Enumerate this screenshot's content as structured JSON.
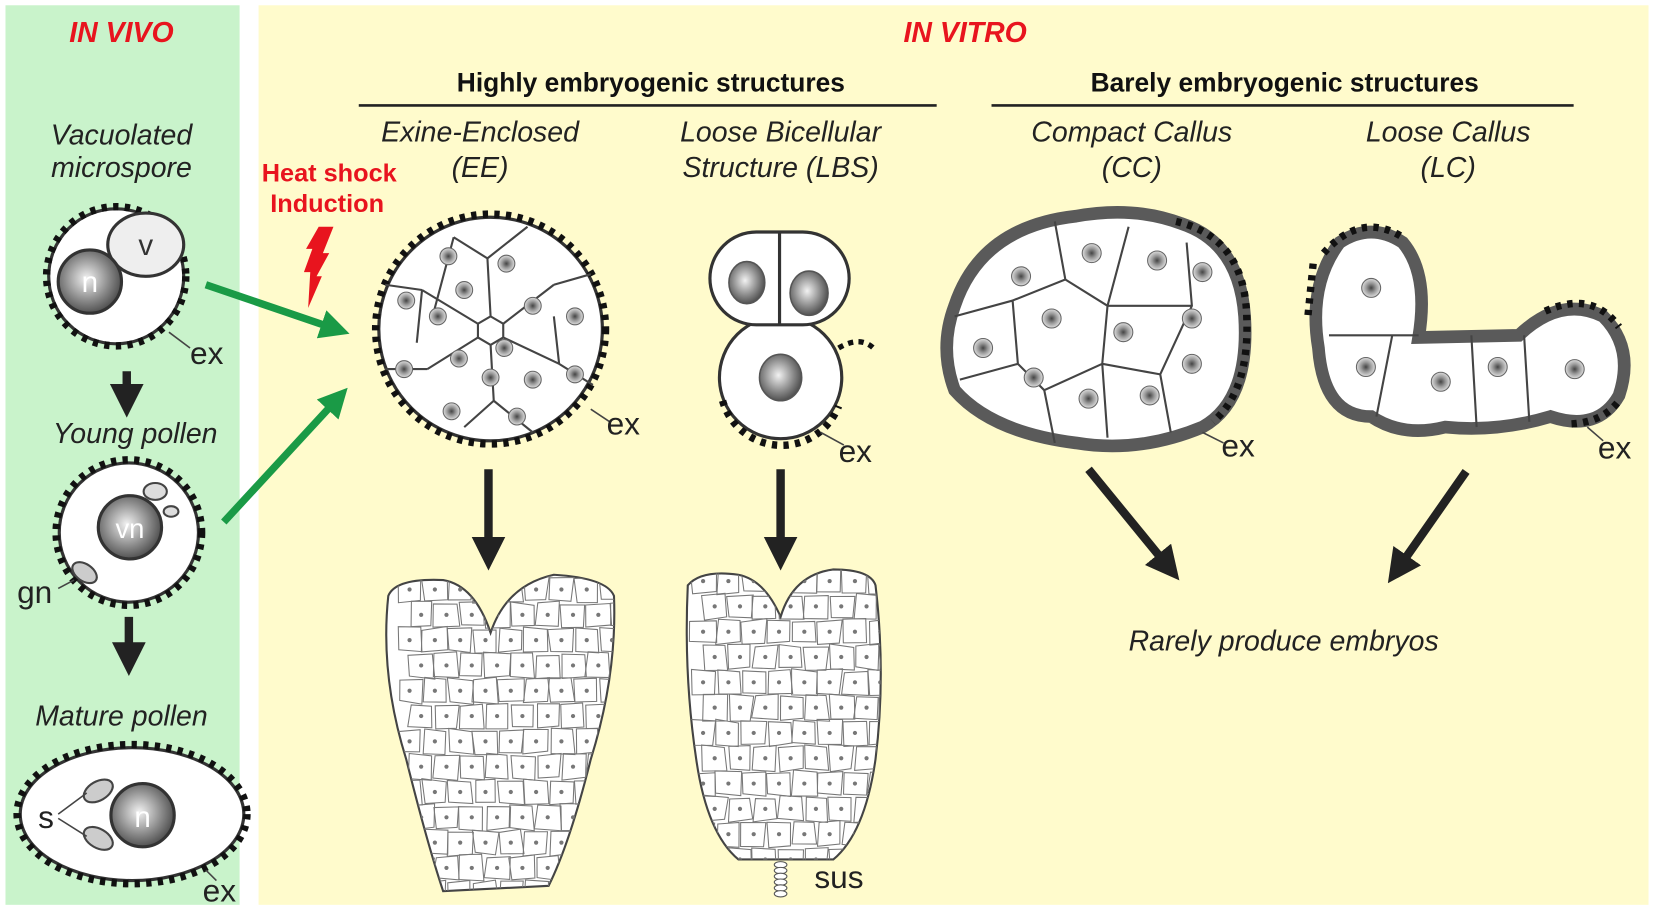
{
  "in_vivo": {
    "title": "IN VIVO",
    "vacuolated_line1": "Vacuolated",
    "vacuolated_line2": "microspore",
    "n_label": "n",
    "v_label": "v",
    "ex_label": "ex",
    "young_pollen": "Young pollen",
    "vn_label": "vn",
    "gn_label": "gn",
    "mature_pollen": "Mature pollen",
    "s_label": "s"
  },
  "heat_shock": {
    "line1": "Heat shock",
    "line2": "Induction"
  },
  "in_vitro": {
    "title": "IN VITRO",
    "highly": "Highly embryogenic structures",
    "barely": "Barely embryogenic structures",
    "ee_line1": "Exine-Enclosed",
    "ee_line2": "(EE)",
    "lbs_line1": "Loose Bicellular",
    "lbs_line2": "Structure (LBS)",
    "cc_line1": "Compact Callus",
    "cc_line2": "(CC)",
    "lc_line1": "Loose Callus",
    "lc_line2": "(LC)",
    "ex_label": "ex",
    "sus_label": "sus",
    "rarely": "Rarely produce embryos"
  },
  "colors": {
    "in_vivo_bg": "#c9f3cb",
    "in_vitro_bg": "#fffbcc",
    "red": "#e8141e",
    "green_arrow": "#1a9a46"
  }
}
